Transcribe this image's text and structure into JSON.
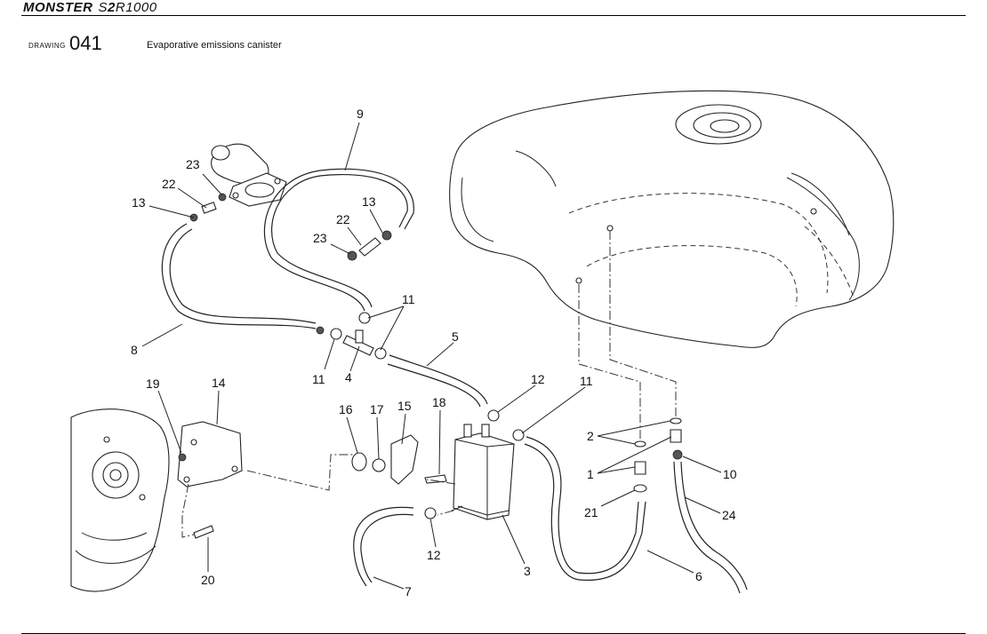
{
  "header": {
    "brand": "MONSTER",
    "model_prefix": "S",
    "model_bold": "2",
    "model_suffix": "R1000"
  },
  "drawing": {
    "label": "DRAWING",
    "number": "041",
    "title": "Evaporative emissions canister"
  },
  "callouts": [
    {
      "id": "c1",
      "text": "1"
    },
    {
      "id": "c2",
      "text": "2"
    },
    {
      "id": "c3",
      "text": "3"
    },
    {
      "id": "c4",
      "text": "4"
    },
    {
      "id": "c5",
      "text": "5"
    },
    {
      "id": "c6",
      "text": "6"
    },
    {
      "id": "c7",
      "text": "7"
    },
    {
      "id": "c8",
      "text": "8"
    },
    {
      "id": "c9",
      "text": "9"
    },
    {
      "id": "c10",
      "text": "10"
    },
    {
      "id": "c11a",
      "text": "11"
    },
    {
      "id": "c11b",
      "text": "11"
    },
    {
      "id": "c11c",
      "text": "11"
    },
    {
      "id": "c12a",
      "text": "12"
    },
    {
      "id": "c12b",
      "text": "12"
    },
    {
      "id": "c13a",
      "text": "13"
    },
    {
      "id": "c13b",
      "text": "13"
    },
    {
      "id": "c14",
      "text": "14"
    },
    {
      "id": "c15",
      "text": "15"
    },
    {
      "id": "c16",
      "text": "16"
    },
    {
      "id": "c17",
      "text": "17"
    },
    {
      "id": "c18",
      "text": "18"
    },
    {
      "id": "c19",
      "text": "19"
    },
    {
      "id": "c20",
      "text": "20"
    },
    {
      "id": "c21",
      "text": "21"
    },
    {
      "id": "c22a",
      "text": "22"
    },
    {
      "id": "c22b",
      "text": "22"
    },
    {
      "id": "c23a",
      "text": "23"
    },
    {
      "id": "c23b",
      "text": "23"
    },
    {
      "id": "c24",
      "text": "24"
    }
  ]
}
